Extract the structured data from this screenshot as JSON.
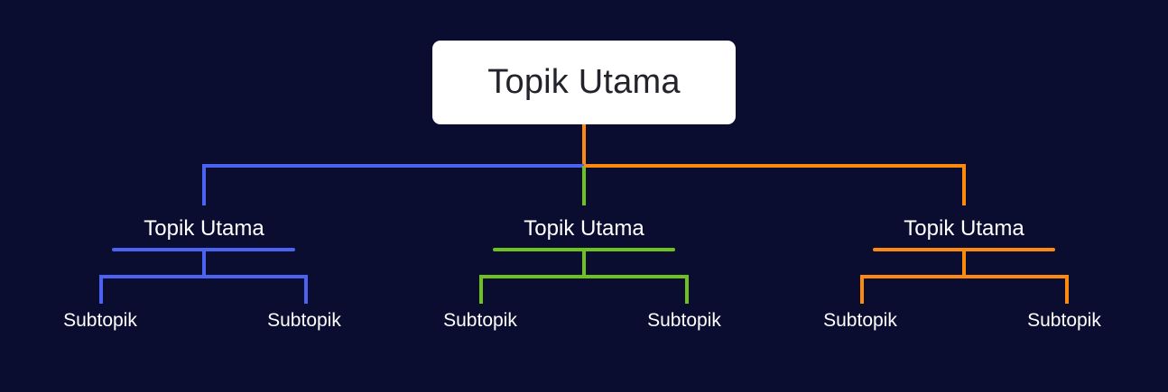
{
  "root": {
    "label": "Topik Utama"
  },
  "colors": {
    "background": "#0a0d30",
    "root_box": "#ffffff",
    "root_text": "#23242b",
    "blue": "#4b63f2",
    "green": "#6dc21f",
    "orange": "#fb8a0e"
  },
  "branches": [
    {
      "label": "Topik Utama",
      "color": "#4b63f2",
      "subtopics": [
        {
          "label": "Subtopik"
        },
        {
          "label": "Subtopik"
        }
      ]
    },
    {
      "label": "Topik Utama",
      "color": "#6dc21f",
      "subtopics": [
        {
          "label": "Subtopik"
        },
        {
          "label": "Subtopik"
        }
      ]
    },
    {
      "label": "Topik Utama",
      "color": "#fb8a0e",
      "subtopics": [
        {
          "label": "Subtopik"
        },
        {
          "label": "Subtopik"
        }
      ]
    }
  ]
}
